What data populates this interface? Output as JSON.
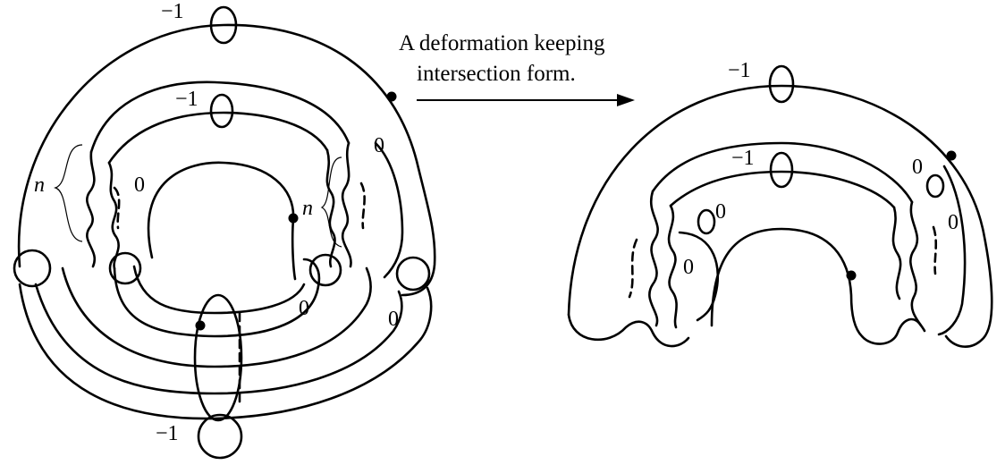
{
  "caption": {
    "line1": "A deformation keeping",
    "line2": "intersection form."
  },
  "left": {
    "framing_top": "−1",
    "framing_inner": "−1",
    "framing_bottom": "−1",
    "zero_a": "0",
    "zero_b": "0",
    "zero_c": "0",
    "zero_d": "0",
    "twist_left": "n",
    "twist_right": "n"
  },
  "right": {
    "framing_top": "−1",
    "framing_inner": "−1",
    "zero_a": "0",
    "zero_b": "0",
    "zero_c": "0",
    "zero_d": "0"
  }
}
